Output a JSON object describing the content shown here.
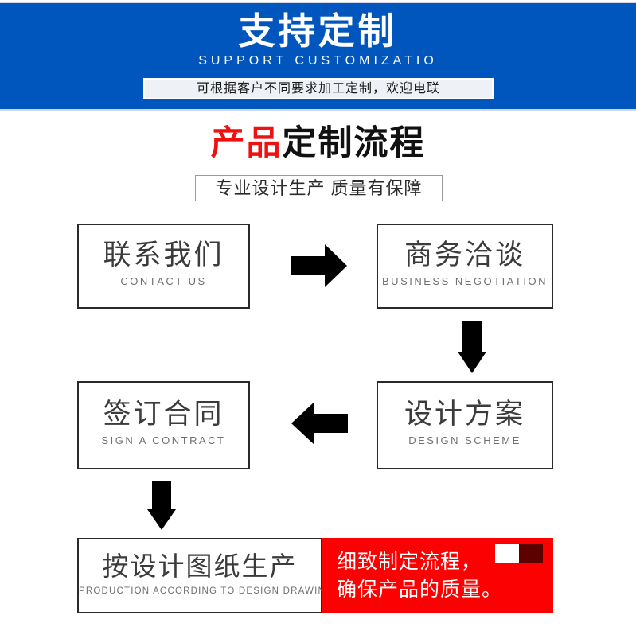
{
  "banner": {
    "title": "支持定制",
    "subtitle": "SUPPORT CUSTOMIZATIO",
    "badge": "可根据客户不同要求加工定制，欢迎电联",
    "bg_color": "#0056bd",
    "badge_bg_color": "#eef1f6"
  },
  "section": {
    "title_highlight": "产品",
    "title_rest": "定制流程",
    "highlight_color": "#ee1111",
    "subtitle": "专业设计生产 质量有保障"
  },
  "flow": {
    "steps": [
      {
        "cn": "联系我们",
        "en": "CONTACT US"
      },
      {
        "cn": "商务洽谈",
        "en": "BUSINESS  NEGOTIATION"
      },
      {
        "cn": "设计方案",
        "en": "DESIGN  SCHEME"
      },
      {
        "cn": "签订合同",
        "en": "SIGN A CONTRACT"
      },
      {
        "cn": "按设计图纸生产",
        "en": "PRODUCTION  ACCORDING  TO  DESIGN  DRAWINGS"
      }
    ],
    "arrows": [
      {
        "name": "arrow-right-icon",
        "direction": "right"
      },
      {
        "name": "arrow-down-icon",
        "direction": "down"
      },
      {
        "name": "arrow-left-icon",
        "direction": "left"
      },
      {
        "name": "arrow-down-icon",
        "direction": "down"
      }
    ]
  },
  "quality_panel": {
    "line1": "细致制定流程，",
    "line2": "确保产品的质量。",
    "bg_color": "#fb0101",
    "deco_colors": [
      "#ffffff",
      "#5c0000"
    ]
  }
}
